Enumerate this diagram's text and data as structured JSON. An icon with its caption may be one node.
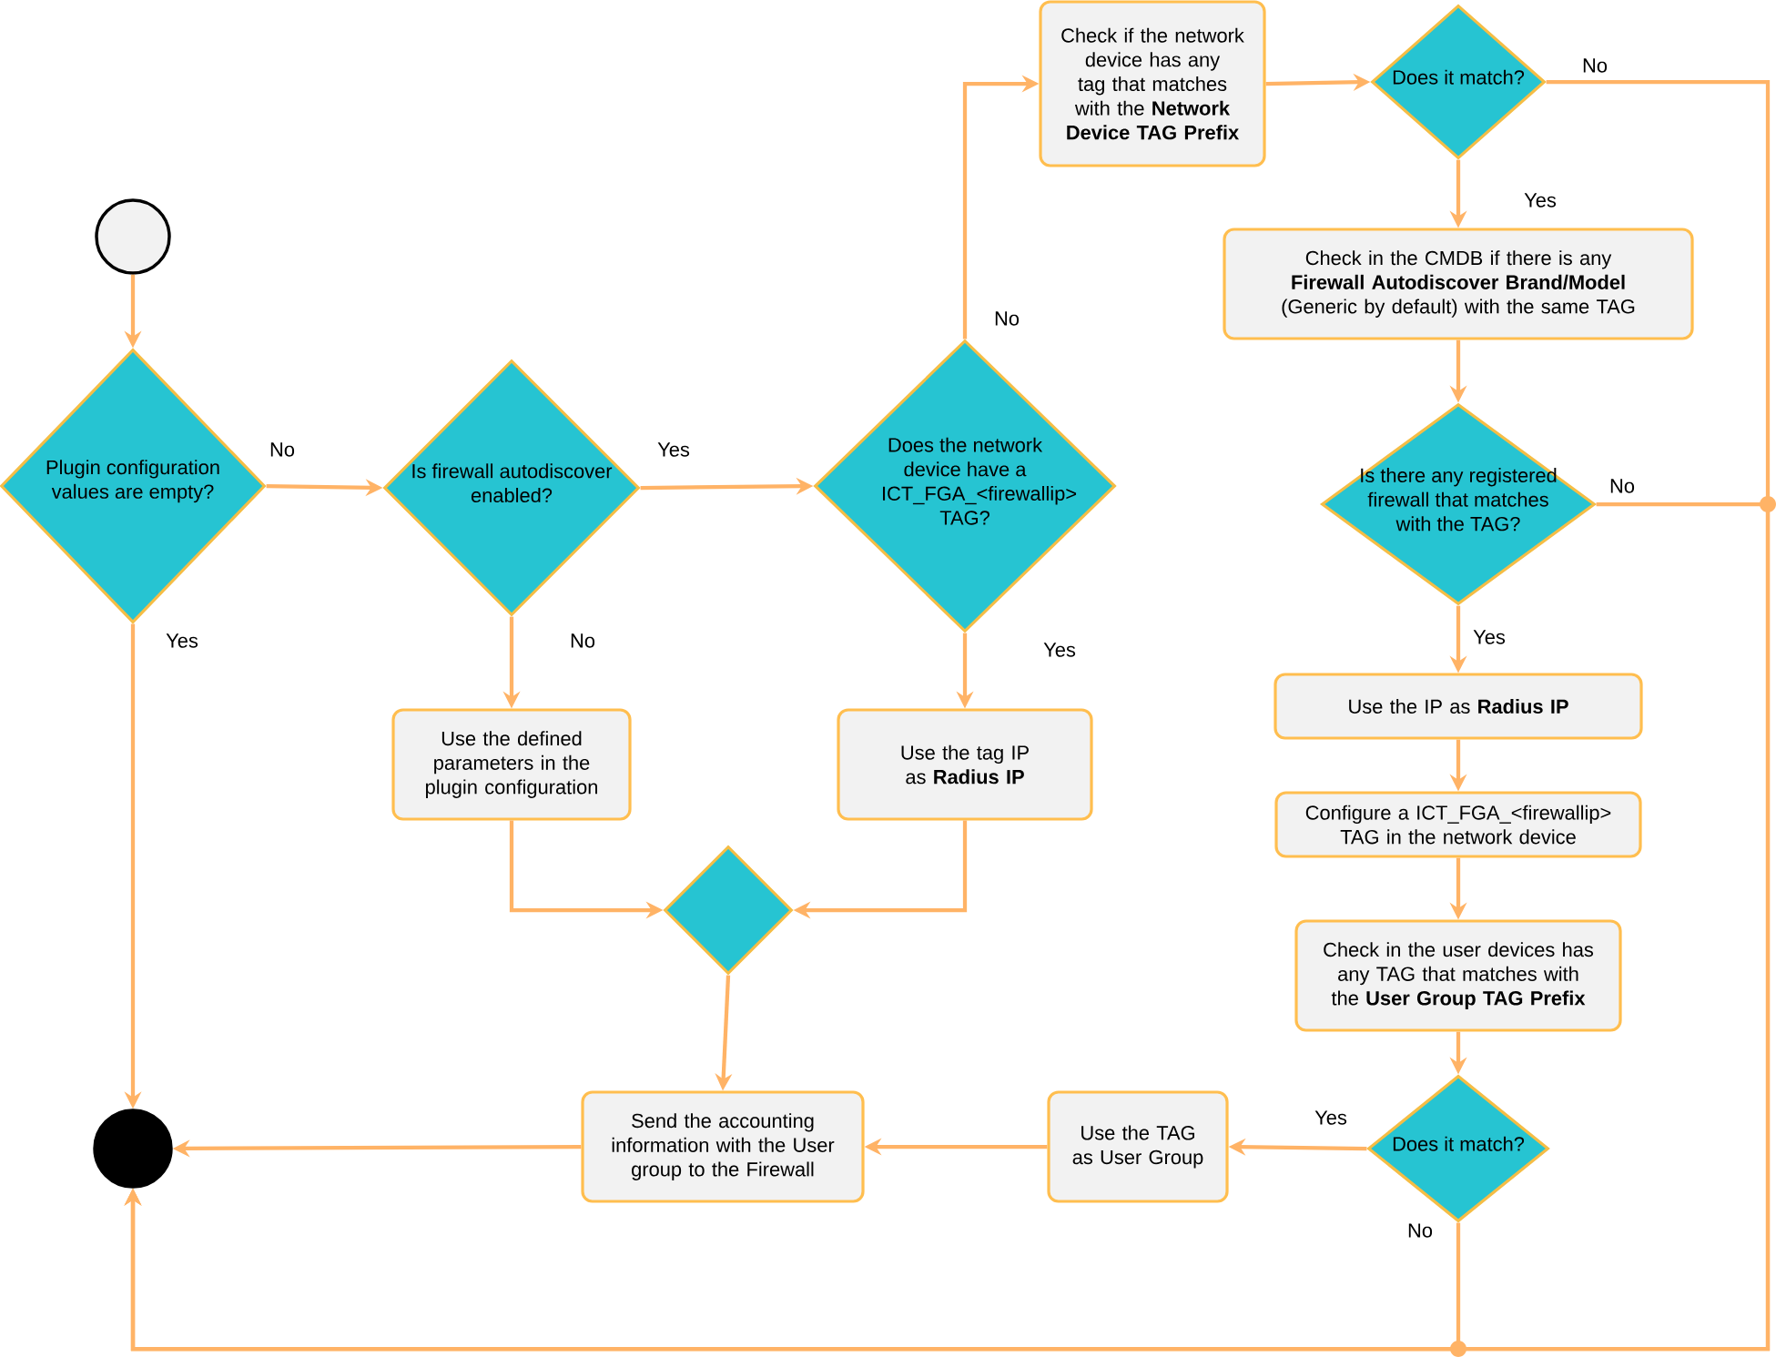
{
  "diagram": {
    "nodes": [
      {
        "text": [],
        "shape": "circle"
      },
      {
        "text": [
          "Plugin configuration values are empty?"
        ]
      },
      {
        "text": [
          "Is firewall autodiscover enabled?"
        ]
      },
      {
        "text": [
          "Does the network device have a ICT_FGA_<firewallip> TAG?"
        ]
      },
      {
        "text": [
          "Use the defined parameters in the plugin configuration"
        ]
      },
      {
        "text": [
          "Use the tag IP as **Radius IP**"
        ]
      },
      {
        "text": [],
        "shape": "diamond"
      },
      {
        "text": [
          "Send the accounting information with the User group to the Firewall"
        ]
      },
      {
        "text": [],
        "shape": "circle"
      },
      {
        "text": [
          "Check if the network device has any tag that matches with the **Network Device TAG Prefix**"
        ]
      },
      {
        "text": [
          "Does it match?"
        ]
      },
      {
        "text": [
          "Check in the CMDB if there is any **Firewall Autodiscover Brand/Model** (Generic by default) with the same TAG"
        ]
      },
      {
        "text": [
          "Is there any registered firewall that matches with the TAG?"
        ]
      },
      {
        "text": [
          "Use the IP as **Radius IP**"
        ]
      },
      {
        "text": [
          "Configure a ICT_FGA_<firewallip> TAG in the network device"
        ]
      },
      {
        "text": [
          "Check in the user devices has any TAG that matches with the **User Group TAG Prefix**"
        ]
      },
      {
        "text": [
          "Does it match?"
        ]
      },
      {
        "text": [
          "Use the TAG as User Group"
        ]
      }
    ],
    "edges": [
      {
        "from": 0,
        "to": 1,
        "arrow": "to"
      },
      {
        "from": 1,
        "to": 2,
        "arrow": "to",
        "label": "No"
      },
      {
        "from": 1,
        "to": 8,
        "arrow": "to",
        "label": "Yes"
      },
      {
        "from": 2,
        "to": 3,
        "arrow": "to",
        "label": "Yes"
      },
      {
        "from": 2,
        "to": 4,
        "arrow": "to",
        "label": "No"
      },
      {
        "from": 3,
        "to": 9,
        "arrow": "to",
        "label": "No"
      },
      {
        "from": 3,
        "to": 5,
        "arrow": "to",
        "label": "Yes"
      },
      {
        "from": 4,
        "to": 6,
        "arrow": "to"
      },
      {
        "from": 5,
        "to": 6,
        "arrow": "to"
      },
      {
        "from": 6,
        "to": 7,
        "arrow": "to"
      },
      {
        "from": 7,
        "to": 8,
        "arrow": "to"
      },
      {
        "from": 9,
        "to": 10,
        "arrow": "to"
      },
      {
        "from": 10,
        "to": 11,
        "arrow": "to",
        "label": "Yes"
      },
      {
        "from": 10,
        "to": 8,
        "arrow": "to",
        "label": "No"
      },
      {
        "from": 11,
        "to": 12,
        "arrow": "to"
      },
      {
        "from": 12,
        "to": 13,
        "arrow": "to",
        "label": "Yes"
      },
      {
        "from": 12,
        "to": 8,
        "arrow": "to",
        "label": "No"
      },
      {
        "from": 13,
        "to": 14,
        "arrow": "to"
      },
      {
        "from": 14,
        "to": 15,
        "arrow": "to"
      },
      {
        "from": 15,
        "to": 16,
        "arrow": "to"
      },
      {
        "from": 16,
        "to": 17,
        "arrow": "to",
        "label": "Yes"
      },
      {
        "from": 16,
        "to": 8,
        "arrow": "to",
        "label": "No"
      },
      {
        "from": 17,
        "to": 7,
        "arrow": "to"
      }
    ]
  }
}
